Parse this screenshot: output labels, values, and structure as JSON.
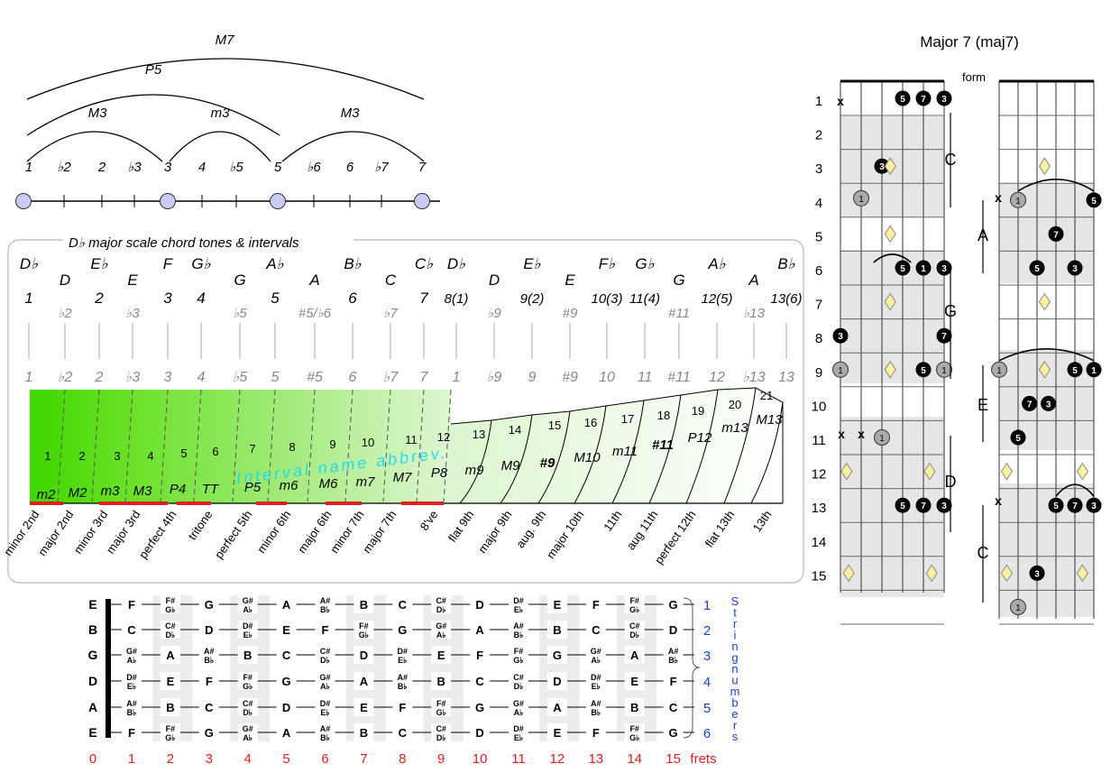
{
  "arcs": [
    "M7",
    "P5",
    "M3",
    "m3",
    "M3"
  ],
  "scale_degrees": [
    "1",
    "♭2",
    "2",
    "♭3",
    "3",
    "4",
    "♭5",
    "5",
    "♭6",
    "6",
    "♭7",
    "7"
  ],
  "panel_title": "D♭ major scale chord tones & intervals",
  "note_names": [
    "D♭",
    "D",
    "E♭",
    "E",
    "F",
    "G♭",
    "G",
    "A♭",
    "A",
    "B♭",
    "C",
    "C♭",
    "D♭",
    "D",
    "E♭",
    "E",
    "F♭",
    "G♭",
    "G",
    "A♭",
    "A",
    "B♭"
  ],
  "degree_labels": [
    "1",
    "♭2",
    "2",
    "♭3",
    "3",
    "4",
    "♭5",
    "5",
    "#5/♭6",
    "6",
    "♭7",
    "7",
    "8(1)",
    "♭9",
    "9(2)",
    "#9",
    "10(3)",
    "11(4)",
    "#11",
    "12(5)",
    "♭13",
    "13(6)"
  ],
  "grey_degrees": [
    "1",
    "♭2",
    "2",
    "♭3",
    "3",
    "4",
    "♭5",
    "5",
    "#5",
    "6",
    "♭7",
    "7",
    "1",
    "♭9",
    "9",
    "#9",
    "10",
    "11",
    "#11",
    "12",
    "♭13",
    "13"
  ],
  "interval_numbers": [
    "1",
    "2",
    "3",
    "4",
    "5",
    "6",
    "7",
    "8",
    "9",
    "10",
    "11",
    "12",
    "13",
    "14",
    "15",
    "16",
    "17",
    "18",
    "19",
    "20",
    "21"
  ],
  "interval_abbrevs": [
    "m2",
    "M2",
    "m3",
    "M3",
    "P4",
    "TT",
    "P5",
    "m6",
    "M6",
    "m7",
    "M7",
    "P8",
    "m9",
    "M9",
    "#9",
    "M10",
    "m11",
    "#11",
    "P12",
    "m13",
    "M13"
  ],
  "interval_names": [
    "minor 2nd",
    "major 2nd",
    "minor 3rd",
    "major 3rd",
    "perfect 4th",
    "tritone",
    "perfect 5th",
    "minor 6th",
    "major 6th",
    "minor 7th",
    "major 7th",
    "8've",
    "flat 9th",
    "major 9th",
    "aug. 9th",
    "major 10th",
    "11th",
    "aug 11th",
    "perfect 12th",
    "flat 13th",
    "13th"
  ],
  "interval_caption": "Interval name abbrev.",
  "fretboard": {
    "open_strings": [
      "E",
      "B",
      "G",
      "D",
      "A",
      "E"
    ],
    "rows": [
      [
        "F",
        "F#/G♭",
        "G",
        "G#/A♭",
        "A",
        "A#/B♭",
        "B",
        "C",
        "C#/D♭",
        "D",
        "D#/E♭",
        "E",
        "F",
        "F#/G♭",
        "G"
      ],
      [
        "C",
        "C#/D♭",
        "D",
        "D#/E♭",
        "E",
        "F",
        "F#/G♭",
        "G",
        "G#/A♭",
        "A",
        "A#/B♭",
        "B",
        "C",
        "C#/D♭",
        "D"
      ],
      [
        "G#/A♭",
        "A",
        "A#/B♭",
        "B",
        "C",
        "C#/D♭",
        "D",
        "D#/E♭",
        "E",
        "F",
        "F#/G♭",
        "G",
        "G#/A♭",
        "A",
        "A#/B♭"
      ],
      [
        "D#/E♭",
        "E",
        "F",
        "F#/G♭",
        "G",
        "G#/A♭",
        "A",
        "A#/B♭",
        "B",
        "C",
        "C#/D♭",
        "D",
        "D#/E♭",
        "E",
        "F"
      ],
      [
        "A#/B♭",
        "B",
        "C",
        "C#/D♭",
        "D",
        "D#/E♭",
        "E",
        "F",
        "F#/G♭",
        "G",
        "G#/A♭",
        "A",
        "A#/B♭",
        "B",
        "C"
      ],
      [
        "F",
        "F#/G♭",
        "G",
        "G#/A♭",
        "A",
        "A#/B♭",
        "B",
        "C",
        "C#/D♭",
        "D",
        "D#/E♭",
        "E",
        "F",
        "F#/G♭",
        "G"
      ]
    ],
    "string_numbers": [
      "1",
      "2",
      "3",
      "4",
      "5",
      "6"
    ],
    "string_numbers_label": "String numbers",
    "fret_numbers": [
      "0",
      "1",
      "2",
      "3",
      "4",
      "5",
      "6",
      "7",
      "8",
      "9",
      "10",
      "11",
      "12",
      "13",
      "14",
      "15"
    ],
    "frets_label": "frets"
  },
  "chord_chart": {
    "title": "Major 7 (maj7)",
    "form_label": "form",
    "fret_labels": [
      "1",
      "2",
      "3",
      "4",
      "5",
      "6",
      "7",
      "8",
      "9",
      "10",
      "11",
      "12",
      "13",
      "14",
      "15"
    ],
    "left_forms": [
      "C",
      "G",
      "D"
    ],
    "right_forms": [
      "A",
      "E",
      "C"
    ],
    "mute_mark": "x"
  }
}
